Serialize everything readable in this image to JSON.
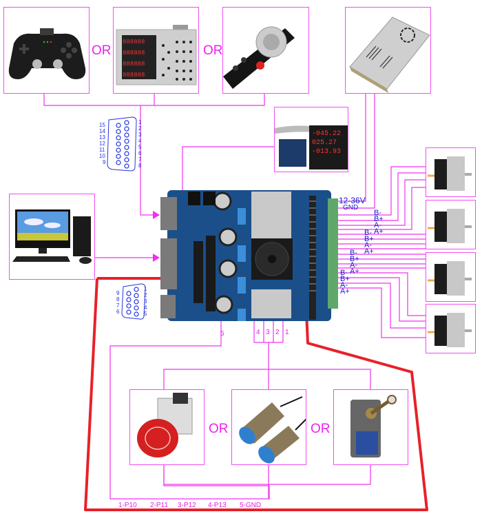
{
  "diagram": {
    "title": "CNC stepper motor driver board wiring diagram",
    "colors": {
      "wire": "#f030f0",
      "label_blue": "#1a1acc",
      "highlight_red": "#e8202a",
      "pcb": "#1b4f8a",
      "terminal_green": "#5fa86a"
    },
    "or_label": "OR",
    "top_inputs": [
      {
        "name": "USB gamepad controller"
      },
      {
        "name": "Keypad controller with 7-segment display"
      },
      {
        "name": "Manual pulse generator handwheel"
      }
    ],
    "power_supply": {
      "name": "Switching power supply",
      "voltage_label": "12-36V",
      "gnd_label": "GND"
    },
    "display_module": {
      "name": "Digital readout display module",
      "readouts": [
        "-045.22",
        "025.27",
        "-013.93"
      ]
    },
    "computer": {
      "name": "Desktop PC (parallel port)"
    },
    "board": {
      "name": "3-axis stepper driver board"
    },
    "db15": {
      "name": "DB15 connector pinout",
      "left_pins": [
        "15",
        "14",
        "13",
        "12",
        "11",
        "10",
        "9"
      ],
      "right_pins": [
        "1",
        "2",
        "3",
        "4",
        "5",
        "6",
        "7",
        "8"
      ]
    },
    "db9": {
      "name": "DB9 connector pinout",
      "left_pins": [
        "9",
        "8",
        "7",
        "6"
      ],
      "right_pins": [
        "1",
        "2",
        "3",
        "4",
        "5"
      ]
    },
    "motor_outputs": [
      {
        "motor": "Motor 1",
        "labels": [
          "B-",
          "B+",
          "A-",
          "A+"
        ]
      },
      {
        "motor": "Motor 2",
        "labels": [
          "B-",
          "B+",
          "A-",
          "A+"
        ]
      },
      {
        "motor": "Motor 3",
        "labels": [
          "B-",
          "B+",
          "A-",
          "A+"
        ]
      },
      {
        "motor": "Motor 4",
        "labels": [
          "B-",
          "B+",
          "A-",
          "A+"
        ]
      }
    ],
    "port_pin_numbers": [
      "5",
      "4",
      "3",
      "2",
      "1"
    ],
    "limit_inputs": [
      {
        "name": "Emergency stop button"
      },
      {
        "name": "Inductive proximity sensors"
      },
      {
        "name": "Mechanical limit switch"
      }
    ],
    "pin_mapping": [
      "1-P10",
      "2-P11",
      "3-P12",
      "4-P13",
      "5-GND"
    ]
  }
}
